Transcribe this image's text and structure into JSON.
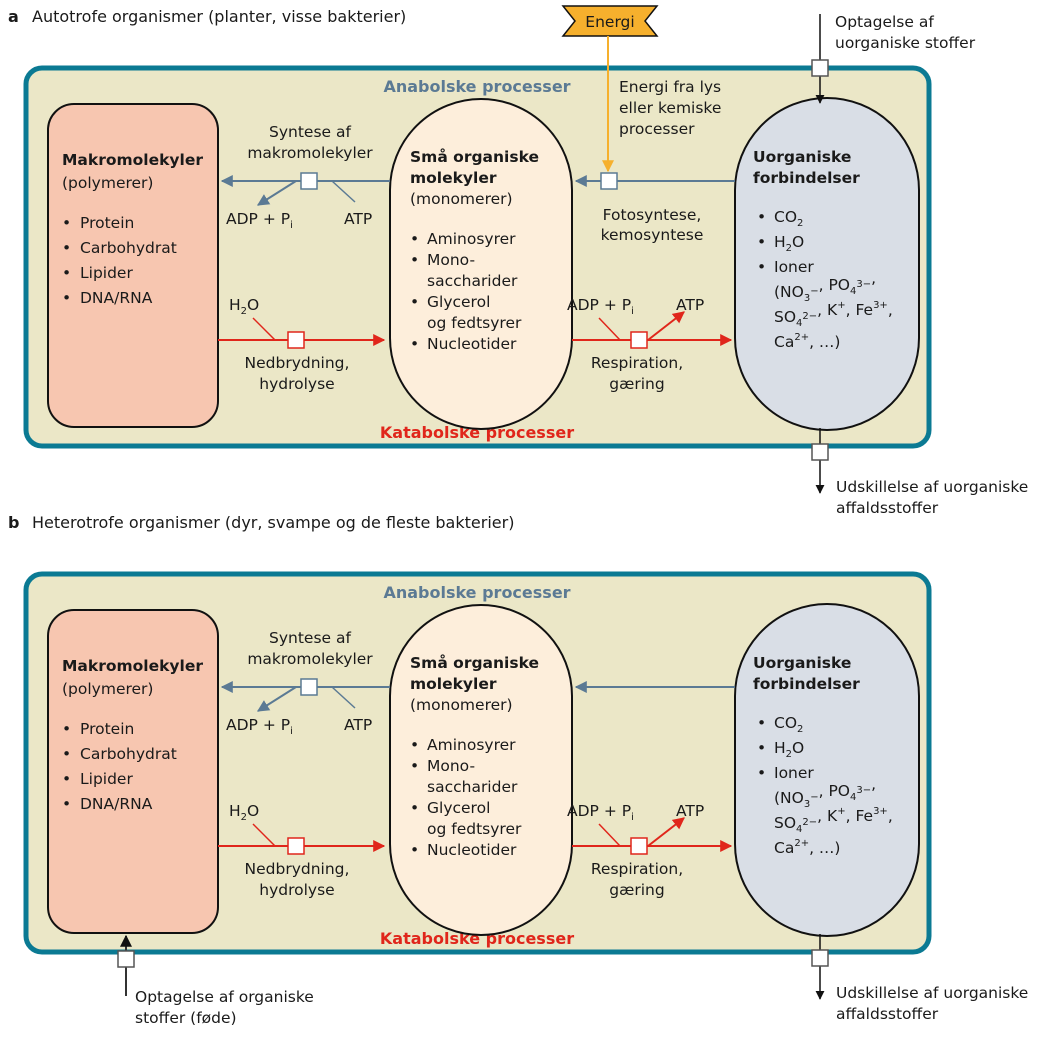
{
  "panels": [
    {
      "letter": "a",
      "title": "Autotrofe organismer (planter, visse bakterier)",
      "anabolic_label": "Anabolske processer",
      "catabolic_label": "Katabolske processer",
      "energy_badge": "Energi",
      "energy_note": [
        "Energi fra lys",
        "eller kemiske",
        "processer"
      ],
      "uptake_inorganic": [
        "Optagelse af",
        "uorganiske stoffer"
      ],
      "excretion": [
        "Udskillelse af uorganiske",
        "affaldsstoffer"
      ],
      "uptake_organic": null,
      "photosynthesis": [
        "Fotosyntese,",
        "kemosyntese"
      ]
    },
    {
      "letter": "b",
      "title": "Heterotrofe organismer (dyr, svampe og de fleste bakterier)",
      "anabolic_label": "Anabolske processer",
      "catabolic_label": "Katabolske processer",
      "energy_badge": null,
      "energy_note": null,
      "uptake_inorganic": null,
      "excretion": [
        "Udskillelse af uorganiske",
        "affaldsstoffer"
      ],
      "uptake_organic": [
        "Optagelse af organiske",
        "stoffer (føde)"
      ],
      "photosynthesis": null
    }
  ],
  "macro": {
    "title": "Makromolekyler",
    "subtitle": "(polymerer)",
    "items": [
      "Protein",
      "Carbohydrat",
      "Lipider",
      "DNA/RNA"
    ]
  },
  "small": {
    "title": [
      "Små organiske",
      "molekyler"
    ],
    "subtitle": "(monomerer)",
    "items": [
      [
        "Aminosyrer"
      ],
      [
        "Mono-",
        "saccharider"
      ],
      [
        "Glycerol",
        "og fedtsyrer"
      ],
      [
        "Nucleotider"
      ]
    ]
  },
  "inorganic": {
    "title": [
      "Uorganiske",
      "forbindelser"
    ],
    "items": [
      "CO2",
      "H2O",
      "Ioner"
    ],
    "ions": [
      "(NO3−, PO43−,",
      "SO42−, K+, Fe3+,",
      "Ca2+, …)"
    ]
  },
  "processes": {
    "synthesis": [
      "Syntese af",
      "makromolekyler"
    ],
    "adp_pi": "ADP + P",
    "pi_sub": "i",
    "atp": "ATP",
    "h2o": "H2O",
    "breakdown": [
      "Nedbrydning,",
      "hydrolyse"
    ],
    "respiration": [
      "Respiration,",
      "gæring"
    ]
  },
  "colors": {
    "panel_border": "#0b7a93",
    "panel_fill": "#ebe7c7",
    "macro_fill": "#f7c6b0",
    "small_fill": "#fdeedb",
    "inorganic_fill": "#d9dee6",
    "anabolic": "#5b7a94",
    "catabolic": "#e0261b",
    "energy": "#f6b02d"
  }
}
